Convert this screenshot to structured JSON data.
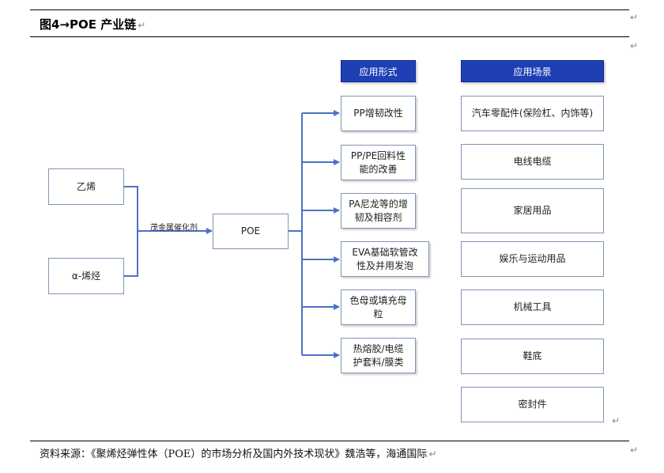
{
  "title": "图4→POE 产业链",
  "raw_materials": [
    "乙烯",
    "α-烯烃"
  ],
  "catalyst_label": "茂金属催化剂",
  "product": "POE",
  "forms_header": "应用形式",
  "forms": [
    "PP增韧改性",
    "PP/PE回料性\n能的改善",
    "PA尼龙等的增\n韧及相容剂",
    "EVA基础软管改\n性及并用发泡",
    "色母或填充母\n粒",
    "热熔胶/电缆\n护套料/膜类"
  ],
  "scenarios_header": "应用场景",
  "scenarios": [
    "汽车零配件(保险杠、内饰等)",
    "电线电缆",
    "家居用品",
    "娱乐与运动用品",
    "机械工具",
    "鞋底",
    "密封件"
  ],
  "source": "资料来源：《聚烯烃弹性体（POE）的市场分析及国内外技术现状》魏浩等，海通国际",
  "colors": {
    "header_bg": "#1f3fb5",
    "line": "#4a72c4",
    "box_border": "#7f95b5"
  }
}
